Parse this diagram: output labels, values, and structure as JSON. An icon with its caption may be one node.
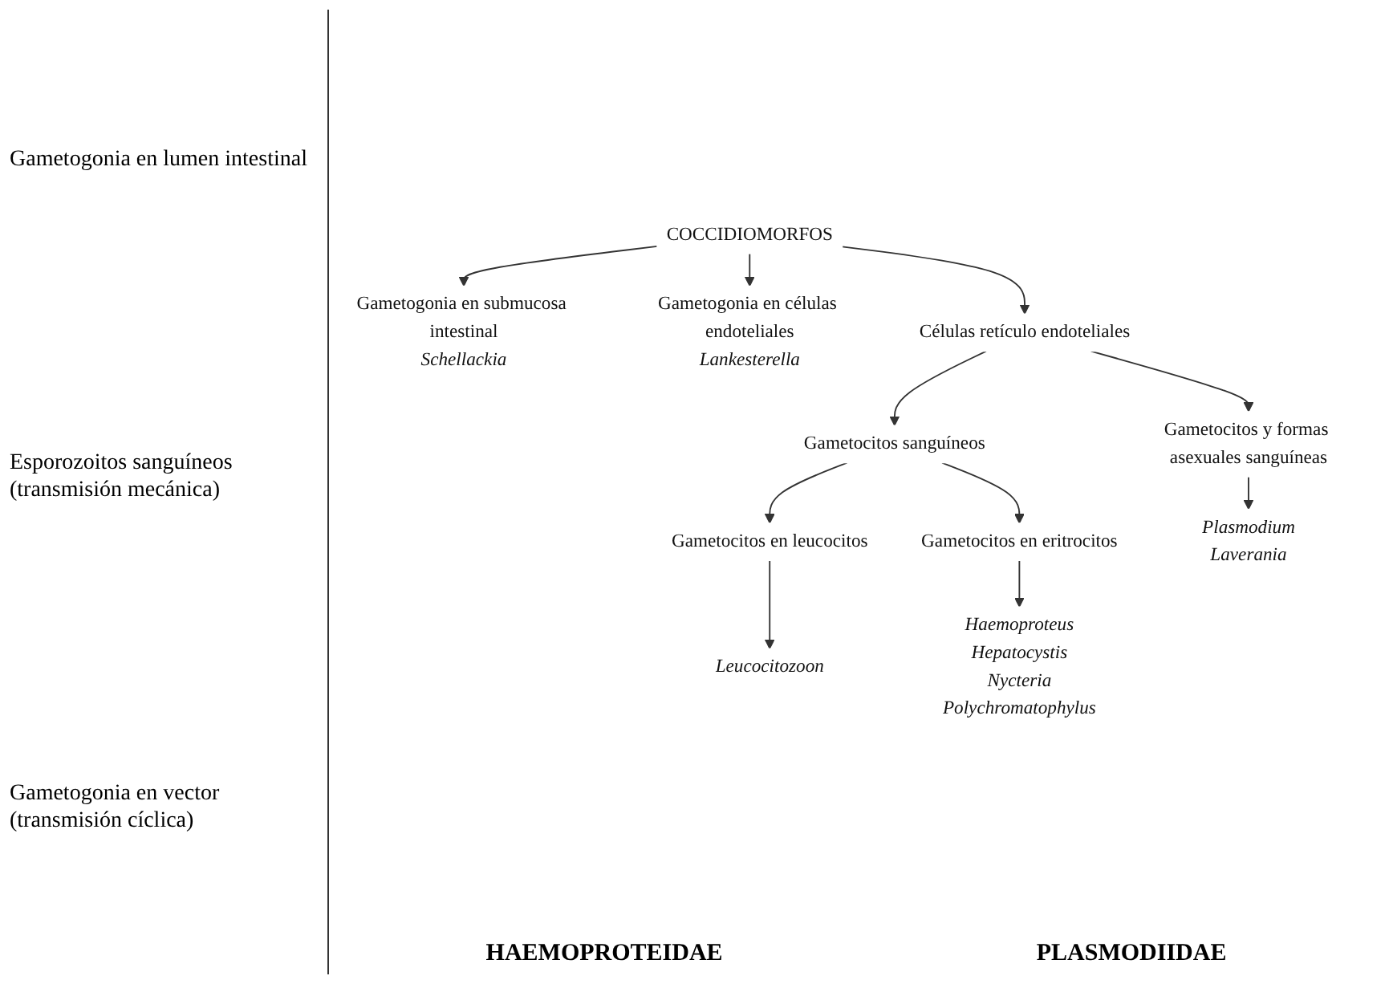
{
  "diagram": {
    "nodes": [
      {
        "text": [
          "COCCIDIOMORFOS"
        ]
      },
      {
        "text": [
          "Gametogonia en submucosa intestinal",
          "Schellackia"
        ]
      },
      {
        "text": [
          "Gametogonia en células endoteliales",
          "Lankesterella"
        ]
      },
      {
        "text": [
          "Células retículo endoteliales"
        ]
      },
      {
        "text": [
          "Gametocitos sanguíneos"
        ]
      },
      {
        "text": [
          "Gametocitos y formas asexuales sanguíneas"
        ]
      },
      {
        "text": [
          "Gametocitos en leucocitos"
        ]
      },
      {
        "text": [
          "Gametocitos en eritrocitos"
        ]
      },
      {
        "text": [
          "Leucocitozoon"
        ]
      },
      {
        "text": [
          "Haemoproteus",
          "Hepatocystis",
          "Nycteria",
          "Polychromatophylus"
        ]
      },
      {
        "text": [
          "Plasmodium",
          "Laverania"
        ]
      }
    ],
    "edges": [
      {
        "from": 0,
        "to": 1,
        "arrow": "to"
      },
      {
        "from": 0,
        "to": 2,
        "arrow": "to"
      },
      {
        "from": 0,
        "to": 3,
        "arrow": "to"
      },
      {
        "from": 3,
        "to": 4,
        "arrow": "to"
      },
      {
        "from": 3,
        "to": 5,
        "arrow": "to"
      },
      {
        "from": 4,
        "to": 6,
        "arrow": "to"
      },
      {
        "from": 4,
        "to": 7,
        "arrow": "to"
      },
      {
        "from": 6,
        "to": 8,
        "arrow": "to"
      },
      {
        "from": 7,
        "to": 9,
        "arrow": "to"
      },
      {
        "from": 5,
        "to": 10,
        "arrow": "to"
      }
    ],
    "labels": [
      "Gametogonia en lumen intestinal",
      "Esporozoitos sanguíneos (transmisión mecánica)",
      "Gametogonia en vector (transmisión cíclica)",
      "HAEMOPROTEIDAE",
      "PLASMODIIDAE"
    ]
  }
}
